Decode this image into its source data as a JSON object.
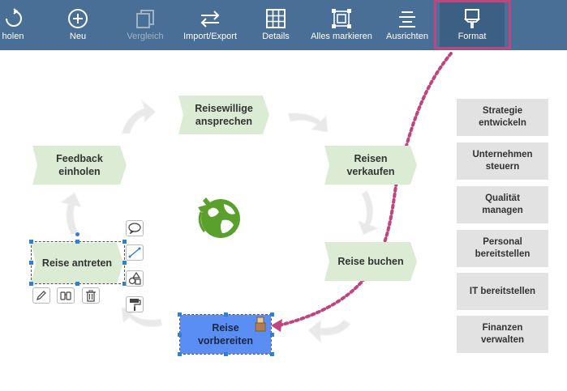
{
  "toolbar": {
    "items": [
      {
        "label": "holen"
      },
      {
        "label": "Neu"
      },
      {
        "label": "Vergleich"
      },
      {
        "label": "Import/Export"
      },
      {
        "label": "Details"
      },
      {
        "label": "Alles markieren"
      },
      {
        "label": "Ausrichten"
      },
      {
        "label": "Format"
      }
    ]
  },
  "cycle": {
    "steps": [
      {
        "label": "Reisewillige ansprechen"
      },
      {
        "label": "Reisen verkaufen"
      },
      {
        "label": "Reise buchen"
      },
      {
        "label": "Reise vorbereiten"
      },
      {
        "label": "Reise antreten"
      },
      {
        "label": "Feedback einholen"
      }
    ]
  },
  "side_boxes": [
    {
      "label": "Strategie entwickeln"
    },
    {
      "label": "Unternehmen steuern"
    },
    {
      "label": "Qualität managen"
    },
    {
      "label": "Personal bereitstellen"
    },
    {
      "label": "IT bereitstellen"
    },
    {
      "label": "Finanzen verwalten"
    }
  ],
  "colors": {
    "toolbar_bg": "#4a6f96",
    "highlight": "#c0457e",
    "step_fill": "#dcebd3",
    "selected_fill": "#5b8ef5",
    "side_fill": "#e2e2e2",
    "globe": "#5aa02c"
  },
  "icons": [
    "refresh-icon",
    "plus-circle-icon",
    "compare-icon",
    "import-export-icon",
    "details-grid-icon",
    "select-all-icon",
    "align-icon",
    "format-brush-icon",
    "globe-plane-icon",
    "comment-icon",
    "connector-icon",
    "shapes-icon",
    "paint-roller-icon",
    "pencil-icon",
    "binoculars-icon",
    "trash-icon"
  ]
}
